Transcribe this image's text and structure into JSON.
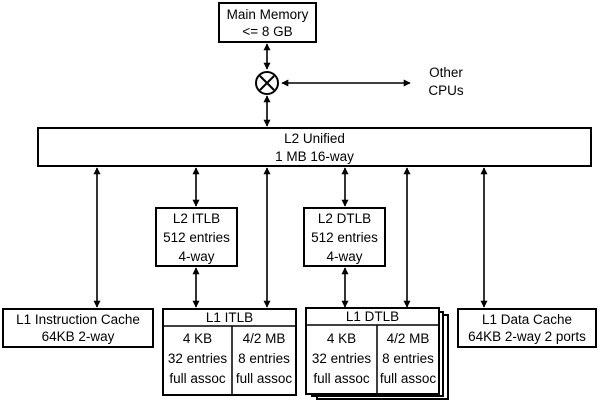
{
  "main_memory": {
    "line1": "Main Memory",
    "line2": "<= 8 GB"
  },
  "other_cpus": {
    "line1": "Other",
    "line2": "CPUs"
  },
  "l2_unified": {
    "line1": "L2 Unified",
    "line2": "1 MB 16-way"
  },
  "l2_itlb": {
    "line1": "L2 ITLB",
    "line2": "512 entries",
    "line3": "4-way"
  },
  "l2_dtlb": {
    "line1": "L2 DTLB",
    "line2": "512 entries",
    "line3": "4-way"
  },
  "l1_icache": {
    "line1": "L1 Instruction Cache",
    "line2": "64KB 2-way"
  },
  "l1_itlb": {
    "title": "L1 ITLB",
    "col1": {
      "line1": "4 KB",
      "line2": "32 entries",
      "line3": "full assoc"
    },
    "col2": {
      "line1": "4/2 MB",
      "line2": "8 entries",
      "line3": "full assoc"
    }
  },
  "l1_dtlb": {
    "title": "L1 DTLB",
    "col1": {
      "line1": "4 KB",
      "line2": "32 entries",
      "line3": "full assoc"
    },
    "col2": {
      "line1": "4/2 MB",
      "line2": "8 entries",
      "line3": "full assoc"
    }
  },
  "l1_dcache": {
    "line1": "L1 Data Cache",
    "line2": "64KB 2-way 2 ports"
  }
}
